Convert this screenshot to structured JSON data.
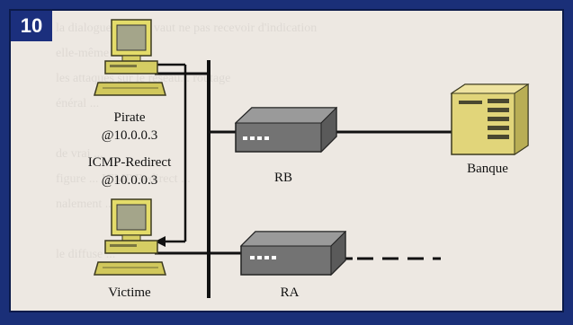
{
  "figure_number": "10",
  "background_text": "la dialogue. Mieux vaut ne pas recevoir d'indication\nelle-même ... \nles attaques sur le réseau... routage\nénéral ...\n\nde vrai ...\nfigure ... ICMP Redirect ...\nnalement ...\n\nle diffuse ...",
  "nodes": {
    "pirate": {
      "name": "Pirate",
      "ip": "@10.0.0.3"
    },
    "victime": {
      "name": "Victime"
    },
    "rb": {
      "name": "RB"
    },
    "ra": {
      "name": "RA"
    },
    "banque": {
      "name": "Banque"
    }
  },
  "message": {
    "line1": "ICMP-Redirect",
    "line2": "@10.0.0.3"
  }
}
